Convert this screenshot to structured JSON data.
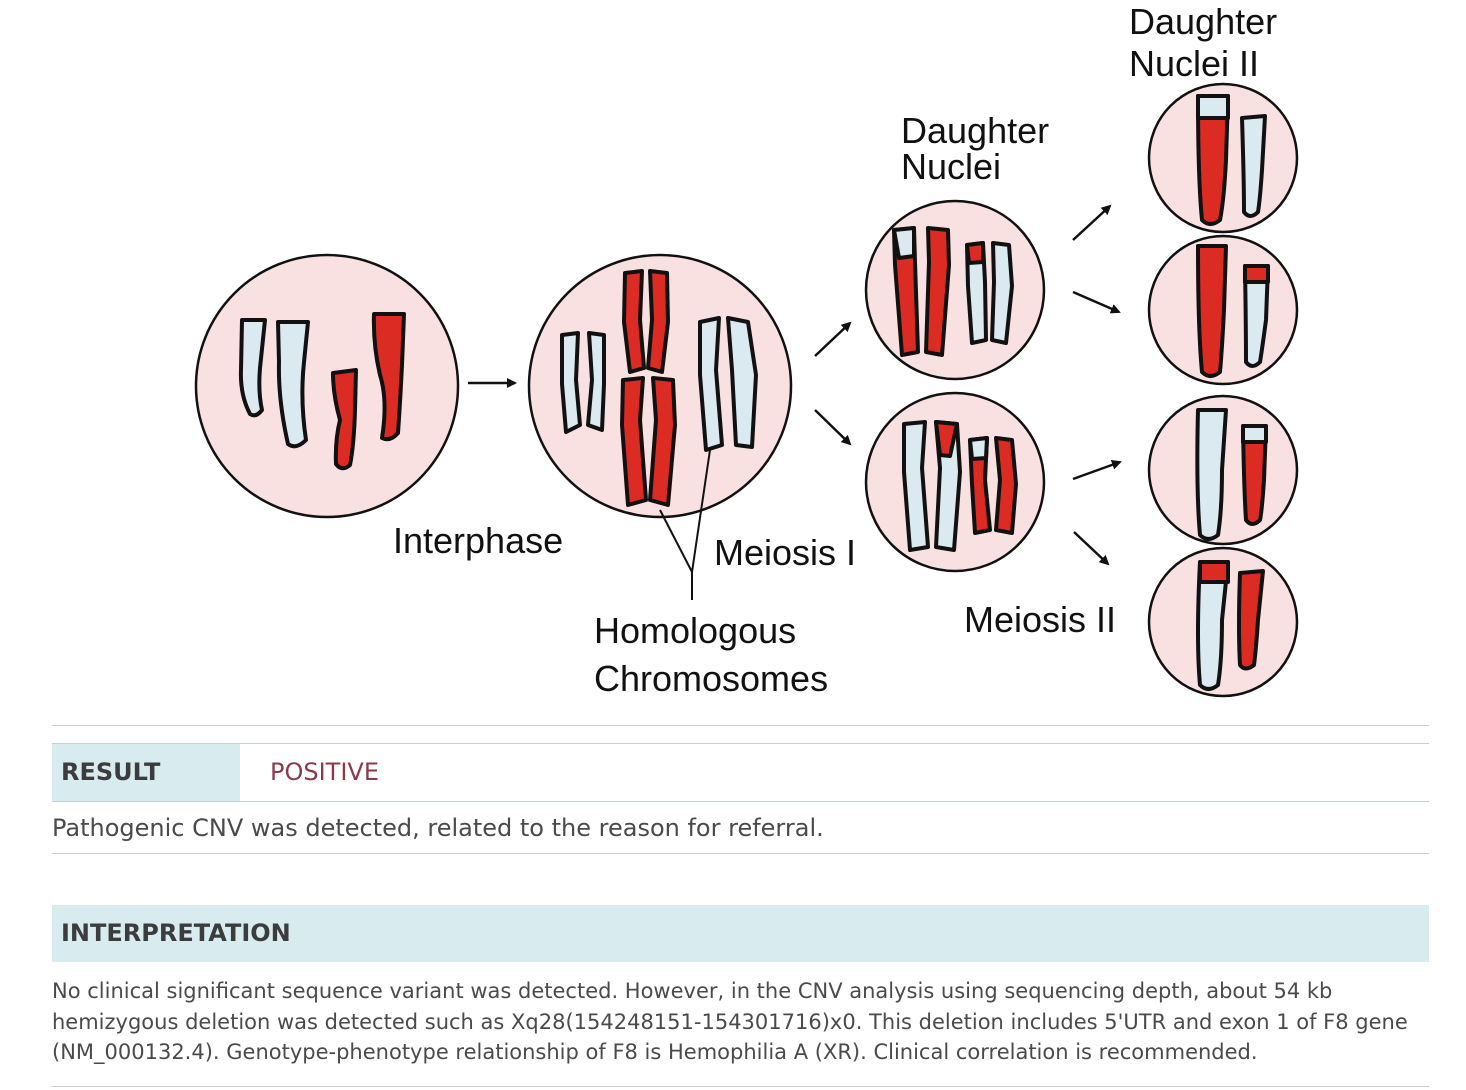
{
  "diagram": {
    "labels": {
      "interphase": "Interphase",
      "meiosis_1": "Meiosis I",
      "homologous_1": "Homologous",
      "homologous_2": "Chromosomes",
      "daughter_nuclei_1": "Daughter",
      "daughter_nuclei_2": "Nuclei",
      "meiosis_2": "Meiosis II",
      "daughter_nuclei_ii_1": "Daughter",
      "daughter_nuclei_ii_2": "Nuclei II"
    },
    "colors": {
      "maternal": "#dc2b23",
      "paternal": "#dbe9f0",
      "cell_fill": "#f9e1e1"
    }
  },
  "result": {
    "label": "RESULT",
    "value": "POSITIVE",
    "value_color": "#8a3a48",
    "summary": "Pathogenic CNV was detected, related to the reason for referral."
  },
  "interpretation": {
    "label": "INTERPRETATION",
    "lines": [
      "No clinical significant sequence variant was detected. However, in the CNV analysis using sequencing depth, about 54 kb",
      "hemizygous deletion was detected such as Xq28(154248151-154301716)x0. This deletion includes 5'UTR and exon 1 of F8 gene",
      "(NM_000132.4). Genotype-phenotype relationship of F8 is Hemophilia A (XR). Clinical correlation is recommended."
    ]
  }
}
